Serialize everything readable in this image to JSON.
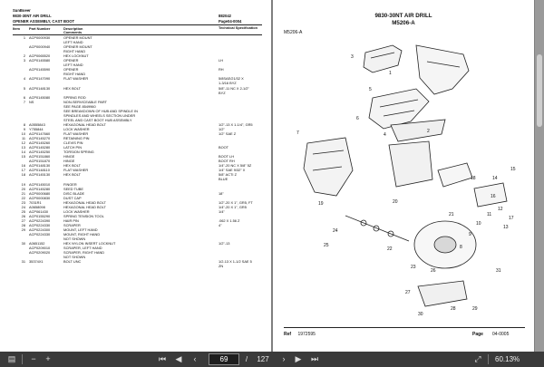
{
  "left_page": {
    "brand": "SunBoeer",
    "title": "9830-30NT AIR DRILL",
    "subtitle": "OPENER ASSEMBLY, CAST BOOT",
    "doc_code": "882042",
    "page_ref": "Page04-0004",
    "columns": [
      "Item",
      "Part Number",
      "Description",
      "Comments",
      "Technical Specification"
    ],
    "rows": [
      [
        "1",
        "ACP0000930",
        "OPENER MOUNT",
        ""
      ],
      [
        "",
        "",
        "LEFT HAND",
        ""
      ],
      [
        "",
        "ACP0000940",
        "OPENER MOUNT",
        ""
      ],
      [
        "",
        "",
        "RIGHT HAND",
        ""
      ],
      [
        "2",
        "ACP0065520",
        "HEX LOCKNUT",
        ""
      ],
      [
        "3",
        "ACP0145580",
        "OPENER",
        "LH"
      ],
      [
        "",
        "",
        "LEFT HAND",
        ""
      ],
      [
        "",
        "ACP0145590",
        "OPENER",
        "RH"
      ],
      [
        "",
        "",
        "RIGHT HAND",
        ""
      ],
      [
        "4",
        "ACP0147090",
        "FLAT WASHER",
        "5/8SAE/21/32 X"
      ],
      [
        "",
        "",
        "",
        "1-3/16 BYZ"
      ],
      [
        "5",
        "ACP0148130",
        "HEX BOLT",
        "5/8\"-11 NC X 2-1/2\""
      ],
      [
        "",
        "",
        "",
        "BYZ"
      ],
      [
        "6",
        "ACP0145080",
        "SPRING ROD",
        ""
      ],
      [
        "7",
        "NS",
        "NON-SERVICEABLE PART",
        ""
      ],
      [
        "",
        "",
        "SEE PAGE 8549960",
        ""
      ],
      [
        "",
        "",
        "SEE BREAKDOWN OF HUB AND SPINDLE IN",
        ""
      ],
      [
        "",
        "",
        "SPINDLES AND WHEELS SECTION UNDER",
        ""
      ],
      [
        "",
        "",
        "STEEL AND CAST BOOT HUB ASSEMBLY",
        ""
      ],
      [
        "8",
        "A0555843",
        "HEXAGONAL HEAD BOLT",
        "1/2\"-13 X 1-1/4\", GR5"
      ],
      [
        "9",
        "Y755844",
        "LOCK WASHER",
        "1/2\""
      ],
      [
        "10",
        "ACP0147660",
        "FLAT WASHER",
        "1/2\" SAE Z"
      ],
      [
        "11",
        "ACP0145270",
        "RETAINING PIN",
        ""
      ],
      [
        "12",
        "ACP0145260",
        "CLEVIS PIN",
        ""
      ],
      [
        "13",
        "ACP0145280",
        "LATCH PIN",
        "BOOT"
      ],
      [
        "14",
        "ACP0145250",
        "TORSION SPRING",
        ""
      ],
      [
        "15",
        "ACP0151860",
        "HINGE",
        "BOOT LH"
      ],
      [
        "",
        "ACP0151870",
        "HINGE",
        "BOOT RH"
      ],
      [
        "16",
        "ACP0148130",
        "HEX BOLT",
        "1/4\"-20 NC X 5/8\" 5Z"
      ],
      [
        "17",
        "ACP0148110",
        "FLAT WASHER",
        "1/4\" SAE 9/32\" X"
      ],
      [
        "18",
        "ACP0145130",
        "HEX BOLT",
        "5/8\" ACTI Z"
      ],
      [
        "",
        "",
        "",
        "BLUE"
      ],
      [
        "19",
        "ACP0145010",
        "FINGER",
        ""
      ],
      [
        "20",
        "ACP0145280",
        "SEED TUBE",
        ""
      ],
      [
        "21",
        "ACP0000680",
        "DISC BLADE",
        "18\""
      ],
      [
        "22",
        "ACP0000830",
        "DUST CAP",
        ""
      ],
      [
        "23",
        "7031R1",
        "HEXAGONAL HEAD BOLT",
        "1/2\"-20 X 1\", GR5, FT"
      ],
      [
        "24",
        "A0658098",
        "HEXAGONAL HEAD BOLT",
        "1/4\"-20 X 1\", GR5"
      ],
      [
        "25",
        "ACP061430",
        "LOCK WASHER",
        "1/4\""
      ],
      [
        "26",
        "ACP0155290",
        "SPRING TENSION TOOL",
        ""
      ],
      [
        "27",
        "ACP0224390",
        "HAIR PIN",
        ".062 X 1.56 Z"
      ],
      [
        "28",
        "ACP0224330",
        "SCRAPER",
        "4\""
      ],
      [
        "29",
        "ACP0224300",
        "MOUNT, LEFT HAND",
        ""
      ],
      [
        "",
        "ACP0224330",
        "MOUNT, RIGHT HAND",
        ""
      ],
      [
        "",
        "",
        "NOT SHOWN",
        ""
      ],
      [
        "30",
        "A0651152",
        "HEX NYLON INSERT LOCKNUT",
        "1/2\"-13"
      ],
      [
        "",
        "ACP0209010",
        "SCRAPER, LEFT HAND",
        ""
      ],
      [
        "",
        "ACP0209020",
        "SCRAPER, RIGHT HAND",
        ""
      ],
      [
        "",
        "",
        "NOT SHOWN",
        ""
      ],
      [
        "31",
        "35374X1",
        "BOLT UNC",
        "1/2-13 X 1-1/2 SAE 5"
      ],
      [
        "",
        "",
        "",
        "ZN"
      ]
    ]
  },
  "right_page": {
    "title": "9830-30NT AIR DRILL",
    "subtitle": "M5206-A",
    "figure_tag": "M5206-A",
    "footer_ref_label": "Ref",
    "footer_ref": "1972595",
    "footer_page_label": "Page",
    "footer_page": "04-0005",
    "callouts": [
      "1",
      "2",
      "3",
      "4",
      "5",
      "6",
      "7",
      "8",
      "9",
      "10",
      "11",
      "12",
      "13",
      "14",
      "15",
      "16",
      "17",
      "18",
      "19",
      "20",
      "21",
      "22",
      "23",
      "24",
      "25",
      "26",
      "27",
      "28",
      "29",
      "30",
      "31"
    ]
  },
  "toolbar": {
    "current_page": "69",
    "page_sep": "/",
    "total_pages": "127",
    "zoom": "60.13%",
    "icons": [
      "sidebar-toggle-icon",
      "zoom-out-icon",
      "zoom-in-icon",
      "first-page-icon",
      "prev-page-icon",
      "next-page-icon",
      "last-page-icon",
      "fit-page-icon",
      "rotate-icon"
    ]
  }
}
